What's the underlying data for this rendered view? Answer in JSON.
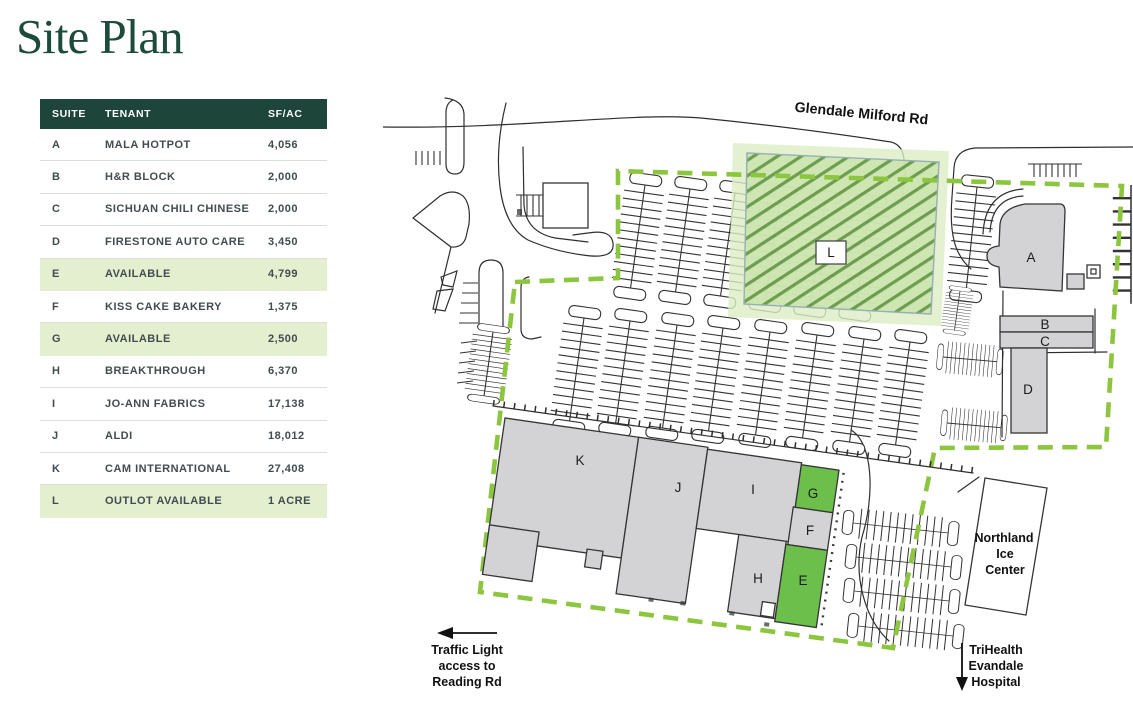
{
  "page": {
    "title": "Site Plan"
  },
  "table": {
    "headers": [
      "SUITE",
      "TENANT",
      "SF/AC"
    ],
    "rows": [
      {
        "suite": "A",
        "tenant": "MALA HOTPOT",
        "sf": "4,056",
        "available": false
      },
      {
        "suite": "B",
        "tenant": "H&R BLOCK",
        "sf": "2,000",
        "available": false
      },
      {
        "suite": "C",
        "tenant": "SICHUAN CHILI CHINESE",
        "sf": "2,000",
        "available": false
      },
      {
        "suite": "D",
        "tenant": "FIRESTONE AUTO CARE",
        "sf": "3,450",
        "available": false
      },
      {
        "suite": "E",
        "tenant": "AVAILABLE",
        "sf": "4,799",
        "available": true
      },
      {
        "suite": "F",
        "tenant": "KISS CAKE BAKERY",
        "sf": "1,375",
        "available": false
      },
      {
        "suite": "G",
        "tenant": "AVAILABLE",
        "sf": "2,500",
        "available": true
      },
      {
        "suite": "H",
        "tenant": "BREAKTHROUGH",
        "sf": "6,370",
        "available": false
      },
      {
        "suite": "I",
        "tenant": "JO-ANN FABRICS",
        "sf": "17,138",
        "available": false
      },
      {
        "suite": "J",
        "tenant": "ALDI",
        "sf": "18,012",
        "available": false
      },
      {
        "suite": "K",
        "tenant": "CAM INTERNATIONAL",
        "sf": "27,408",
        "available": false
      },
      {
        "suite": "L",
        "tenant": "OUTLOT AVAILABLE",
        "sf": "1 ACRE",
        "available": true
      }
    ]
  },
  "map": {
    "road_label": "Glendale Milford Rd",
    "units": {
      "A": "A",
      "B": "B",
      "C": "C",
      "D": "D",
      "E": "E",
      "F": "F",
      "G": "G",
      "H": "H",
      "I": "I",
      "J": "J",
      "K": "K",
      "L": "L"
    },
    "ice_center": [
      "Northland",
      "Ice",
      "Center"
    ],
    "traffic_note": [
      "Traffic Light",
      "access to",
      "Reading Rd"
    ],
    "hospital_note": [
      "TriHealth",
      "Evandale",
      "Hospital"
    ]
  },
  "colors": {
    "accent": "#1D453A",
    "row_highlight": "#E3EFCF",
    "available_green": "#6CBF4B",
    "boundary_green": "#8CC63F",
    "hatch_fill": "#CBE4AD",
    "hatch_line": "#5E9140"
  }
}
